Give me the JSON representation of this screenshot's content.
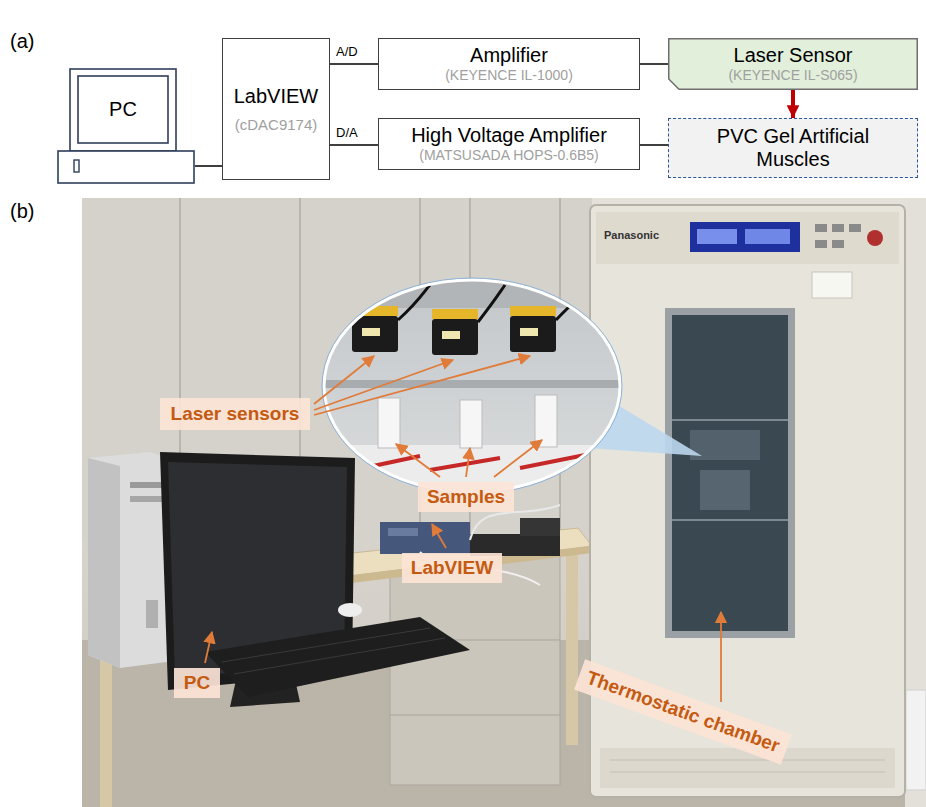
{
  "diagram": {
    "nodes": [
      {
        "text": [
          "PC"
        ]
      },
      {
        "text": [
          "LabVIEW",
          "(cDAC9174)"
        ]
      },
      {
        "text": [
          "Amplifier",
          "(KEYENCE IL-1000)"
        ]
      },
      {
        "text": [
          "Laser Sensor",
          "(KEYENCE IL-S065)"
        ]
      },
      {
        "text": [
          "High Voltage Amplifier",
          "(MATSUSADA HOPS-0.6B5)"
        ]
      },
      {
        "text": [
          "PVC Gel Artificial Muscles"
        ]
      },
      {
        "text": [
          "Laser sensors"
        ]
      },
      {
        "text": [
          "Samples"
        ]
      },
      {
        "text": [
          "LabVIEW"
        ]
      },
      {
        "text": [
          "PC"
        ]
      },
      {
        "text": [
          "Thermostatic chamber"
        ]
      }
    ],
    "edges": [
      {
        "from": 0,
        "to": 1,
        "arrow": "none"
      },
      {
        "from": 1,
        "to": 2,
        "label": "A/D",
        "arrow": "none"
      },
      {
        "from": 1,
        "to": 4,
        "label": "D/A",
        "arrow": "none"
      },
      {
        "from": 2,
        "to": 3,
        "arrow": "none"
      },
      {
        "from": 4,
        "to": 5,
        "arrow": "none"
      },
      {
        "from": 3,
        "to": 5,
        "arrow": "to"
      }
    ],
    "labels": [
      "(a)",
      "(b)",
      "Panasonic"
    ]
  }
}
